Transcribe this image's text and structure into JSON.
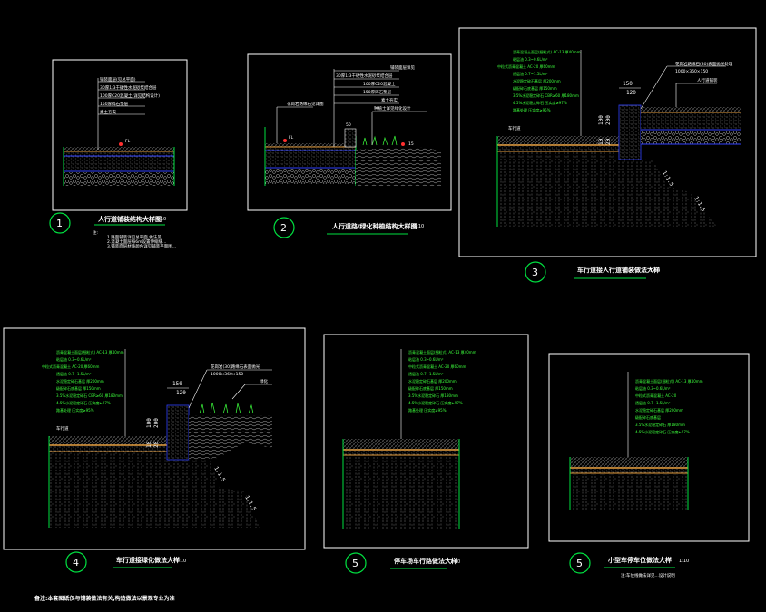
{
  "details": [
    {
      "num": "1",
      "title": "人行道铺装结构大样图",
      "scale": "1:10",
      "labels": [
        "FL"
      ],
      "green_notes": [],
      "white_notes": [
        "铺装面层(见总平面)",
        "30厚1:3干硬性水泥砂浆结合层",
        "100厚C20混凝土(详见结构设计)",
        "150厚碎石垫层",
        "素土夯实"
      ],
      "subnotes": [
        "注:",
        "1.路面铺装详见总平面,做法见...",
        "2.混凝土面层每6m设置伸缩缝...",
        "3.铺装面层材质颜色详见铺装平面图..."
      ]
    },
    {
      "num": "2",
      "title": "人行道路/绿化种植结构大样图",
      "scale": "1:10",
      "labels": [
        "FL",
        "50",
        "15"
      ],
      "white_notes": [
        "铺装面层详见",
        "30厚1:3干硬性水泥砂浆结合层",
        "100厚C20混凝土",
        "150厚碎石垫层",
        "素土夯实",
        "种植土详见绿化设计"
      ],
      "left_note": "花岗岩路缘石见详图"
    },
    {
      "num": "3",
      "title": "车行道接人行道铺装做法大样",
      "scale": "1:10",
      "dims": [
        "150",
        "120",
        "200",
        "100",
        "20",
        "10",
        "1:1.5"
      ],
      "curb_note": "花岗岩路缘石(30)表面抛光处理",
      "curb_size": "1000×360×150",
      "right_note": "人行道铺装",
      "left_note": "车行道",
      "green_notes": [
        "沥青混凝土面层(细粒式) AC-13 厚40mm",
        "粘层油 0.3~0.6L/m²",
        "中粒式沥青混凝土 AC-20 厚60mm",
        "透层油 0.7~1.5L/m²",
        "水泥稳定碎石基层 厚200mm",
        "级配碎石底基层 厚150mm",
        "3.5%水泥稳定碎石 CBR≥60 厚180mm",
        "4.5%水泥稳定碎石 压实度≥97%",
        "路基处理 压实度≥95%"
      ]
    },
    {
      "num": "4",
      "title": "车行道接绿化做法大样",
      "scale": "1:10",
      "dims": [
        "150",
        "120",
        "200",
        "100",
        "20",
        "10",
        "1:1.5"
      ],
      "curb_note": "花岗岩(30)路缘石表面抛光",
      "curb_size": "1000×360×150",
      "right_note": "绿化",
      "left_note": "车行道",
      "green_notes": [
        "沥青混凝土面层(细粒式) AC-13 厚40mm",
        "粘层油 0.3~0.6L/m²",
        "中粒式沥青混凝土 AC-20 厚60mm",
        "透层油 0.7~1.5L/m²",
        "水泥稳定碎石基层 厚200mm",
        "级配碎石底基层 厚150mm",
        "3.5%水泥稳定碎石 CBR≥60 厚180mm",
        "4.5%水泥稳定碎石 压实度≥97%",
        "路基处理 压实度≥95%"
      ]
    },
    {
      "num": "5",
      "title": "停车场车行路做法大样",
      "scale": "1:10",
      "green_notes": [
        "沥青混凝土面层(细粒式) AC-13 厚40mm",
        "粘层油 0.3~0.6L/m²",
        "中粒式沥青混凝土 AC-20 厚60mm",
        "透层油 0.7~1.5L/m²",
        "水泥稳定碎石基层 厚200mm",
        "级配碎石底基层 厚150mm",
        "3.5%水泥稳定碎石 厚180mm",
        "4.5%水泥稳定碎石 压实度≥97%",
        "路基处理 压实度≥95%"
      ]
    },
    {
      "num": "5",
      "title": "小型车停车位做法大样",
      "scale": "1:10",
      "green_notes": [
        "沥青混凝土面层(细粒式) AC-13 厚40mm",
        "粘层油 0.3~0.6L/m²",
        "中粒式沥青混凝土 AC-20",
        "透层油 0.7~1.5L/m²",
        "水泥稳定碎石基层 厚200mm",
        "级配碎石底基层",
        "3.5%水泥稳定碎石 厚180mm",
        "4.5%水泥稳定碎石 压实度≥97%"
      ],
      "subnote": "注:车位线做法详见...设计说明"
    }
  ],
  "footer_note": "备注:本套图纸仅与铺装做法有关,构造做法以景观专业为准",
  "colors": {
    "frame": "#ffffff",
    "circle": "#00e040",
    "green_text": "#3cff3c",
    "blue": "#3040ff",
    "orange": "#e8a040",
    "red": "#ff3030"
  }
}
